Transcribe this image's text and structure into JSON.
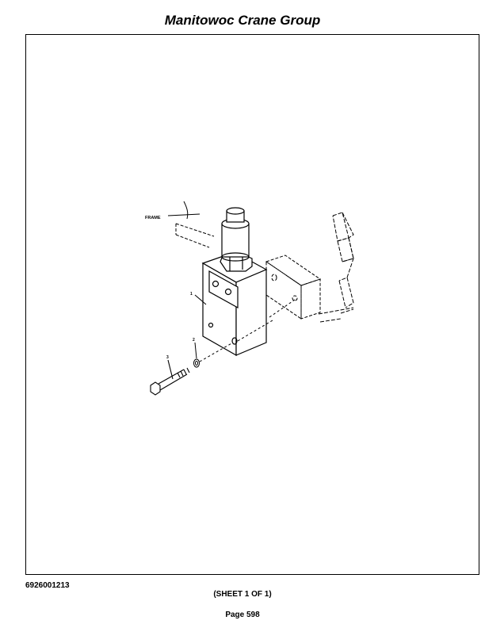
{
  "header": {
    "title": "Manitowoc Crane Group"
  },
  "diagram": {
    "frame_label": "FRAME",
    "callouts": [
      "1",
      "2",
      "3"
    ]
  },
  "footer": {
    "part_number": "6926001213",
    "sheet": "(SHEET 1 OF 1)",
    "page": "Page 598"
  }
}
